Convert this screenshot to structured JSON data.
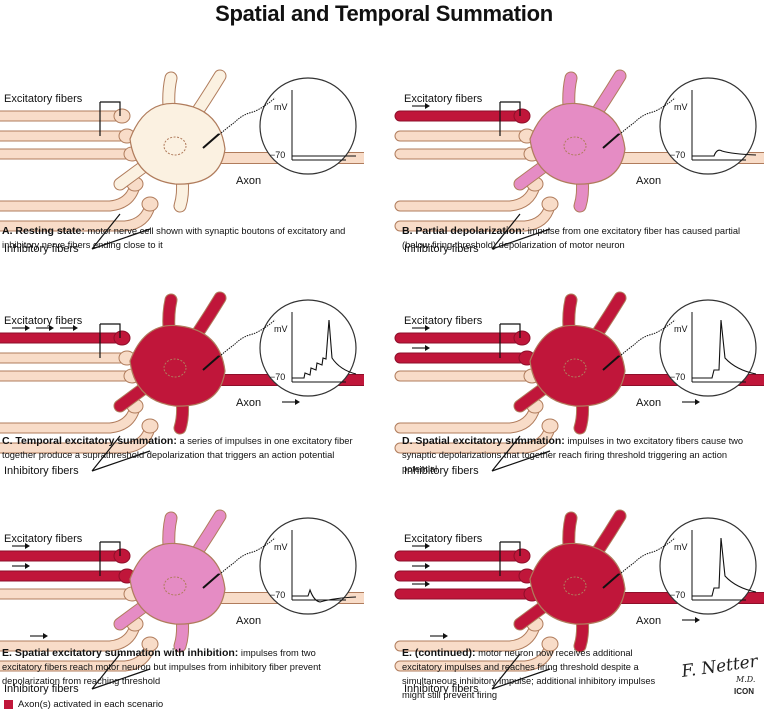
{
  "title": "Spatial and Temporal Summation",
  "colors": {
    "active": "#c0163a",
    "active_dark": "#8e0f2a",
    "partial": "#e58cc4",
    "resting_body": "#fbf1e1",
    "resting_fiber": "#f8dcc8",
    "outline": "#b07c5c"
  },
  "labels": {
    "excitatory": "Excitatory fibers",
    "inhibitory": "Inhibitory fibers",
    "axon": "Axon",
    "mv": "mV",
    "minus70": "−70"
  },
  "panels": [
    {
      "id": "A",
      "state": "resting",
      "caption_title": "A. Resting state:",
      "caption_text": "motor nerve cell shown with synaptic boutons of excitatory and inhibitory nerve fibers ending close to it",
      "active_excitatory": 0,
      "excitatory_arrows": [],
      "axon_active": false,
      "trace": "flat"
    },
    {
      "id": "B",
      "state": "partial",
      "caption_title": "B. Partial depolarization:",
      "caption_text": "impulse from one excitatory fiber has caused partial (below firing threshold) depolarization of motor neuron",
      "active_excitatory": 1,
      "excitatory_arrows": [
        1
      ],
      "axon_active": false,
      "trace": "epsp"
    },
    {
      "id": "C",
      "state": "fired",
      "caption_title": "C. Temporal excitatory summation:",
      "caption_text": "a series of impulses in one excitatory fiber together produce a suprathreshold depolarization that triggers an action potential",
      "active_excitatory": 1,
      "excitatory_arrows": [
        3
      ],
      "axon_active": true,
      "trace": "temporal"
    },
    {
      "id": "D",
      "state": "fired",
      "caption_title": "D. Spatial excitatory summation:",
      "caption_text": "impulses in two excitatory fibers cause two synaptic depolarizations that together reach firing threshold triggering an action potential",
      "active_excitatory": 2,
      "excitatory_arrows": [
        1,
        1
      ],
      "axon_active": true,
      "trace": "spike"
    },
    {
      "id": "E",
      "state": "partial",
      "caption_title": "E. Spatial excitatory summation with inhibition:",
      "caption_text": "impulses from two excitatory fibers reach motor neuron but impulses from inhibitory fiber prevent depolarization from reaching threshold",
      "active_excitatory": 2,
      "excitatory_arrows": [
        1,
        1
      ],
      "inhibitory_arrow": true,
      "axon_active": false,
      "trace": "inhibited"
    },
    {
      "id": "E2",
      "state": "fired",
      "caption_title": "E. (continued):",
      "caption_text": "motor neuron now receives additional excitatory impulses and reaches firing threshold despite a simultaneous inhibitory impulse; additional inhibitory impulses might still prevent firing",
      "active_excitatory": 3,
      "excitatory_arrows": [
        1,
        1,
        1
      ],
      "inhibitory_arrow": true,
      "axon_active": true,
      "trace": "spike"
    }
  ],
  "legend": "Axon(s) activated in each scenario",
  "signature": {
    "name": "F. Netter",
    "suffix": "M.D.",
    "mark": "ICON"
  }
}
